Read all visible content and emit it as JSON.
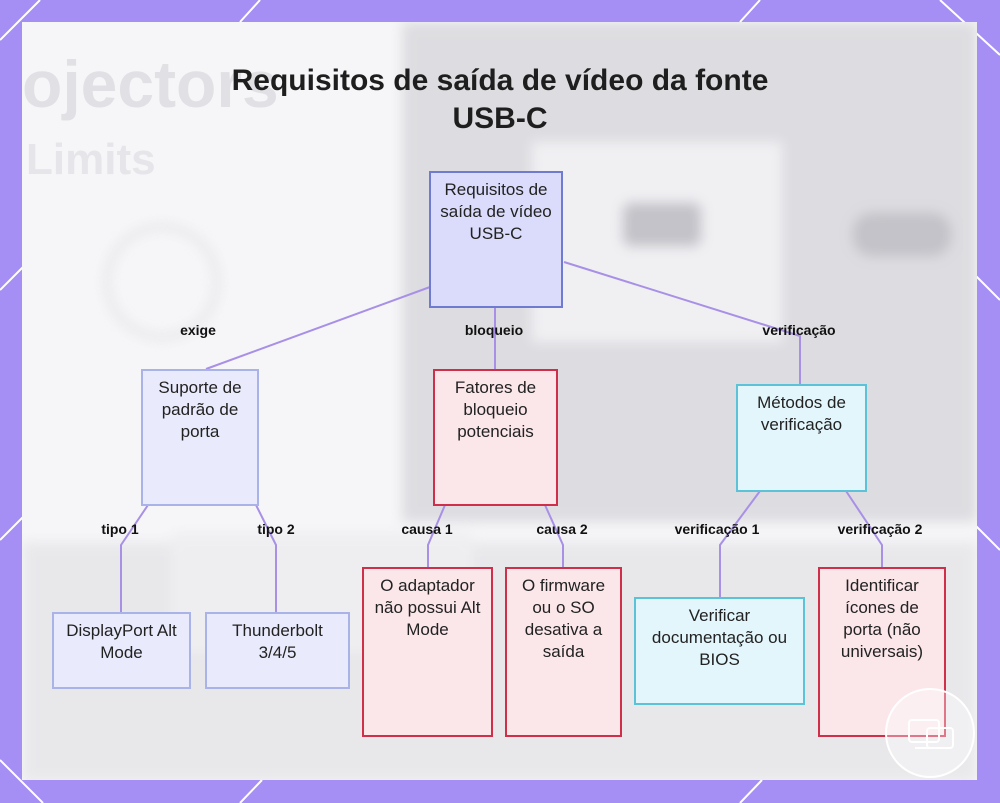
{
  "title": "Requisitos de saída de vídeo da fonte USB-C",
  "background_text": {
    "line1": "ojectors",
    "line2": "Limits"
  },
  "nodes": {
    "root": "Requisitos de saída de vídeo USB-C",
    "standard": "Suporte de padrão de porta",
    "blocking": "Fatores de bloqueio potenciais",
    "methods": "Métodos de verificação",
    "displayport": "DisplayPort Alt Mode",
    "thunderbolt": "Thunderbolt 3/4/5",
    "adapter": "O adaptador não possui Alt Mode",
    "firmware": "O firmware ou o SO desativa a saída",
    "docs": "Verificar documentação ou BIOS",
    "icons": "Identificar ícones de porta (não universais)"
  },
  "edges": {
    "exige": "exige",
    "bloqueio": "bloqueio",
    "verificacao": "verificação",
    "tipo1": "tipo 1",
    "tipo2": "tipo 2",
    "causa1": "causa 1",
    "causa2": "causa 2",
    "verificacao1": "verificação 1",
    "verificacao2": "verificação 2"
  },
  "colors": {
    "frame": "#a58ef4",
    "root_fill": "#dbdcfb",
    "root_border": "#6f7bd0",
    "blocking_border": "#d02f4a",
    "methods_border": "#5bc2d8",
    "edge_line": "#a890e6"
  }
}
